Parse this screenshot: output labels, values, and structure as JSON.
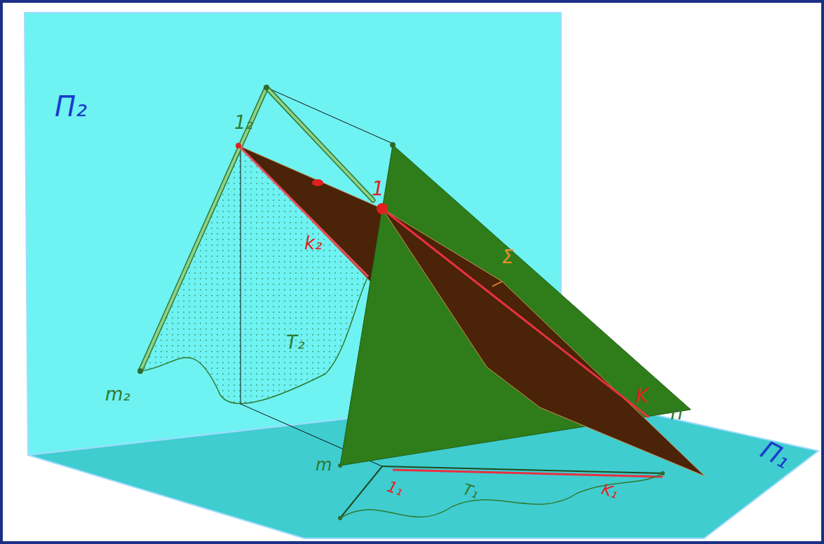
{
  "diagram": {
    "labels": [
      "Π₂",
      "1₂",
      "1",
      "k₂",
      "Σ",
      "T₂",
      "m₂",
      "n",
      "K",
      "m",
      "Π₁",
      "1₁",
      "T₁",
      "K₁"
    ]
  }
}
